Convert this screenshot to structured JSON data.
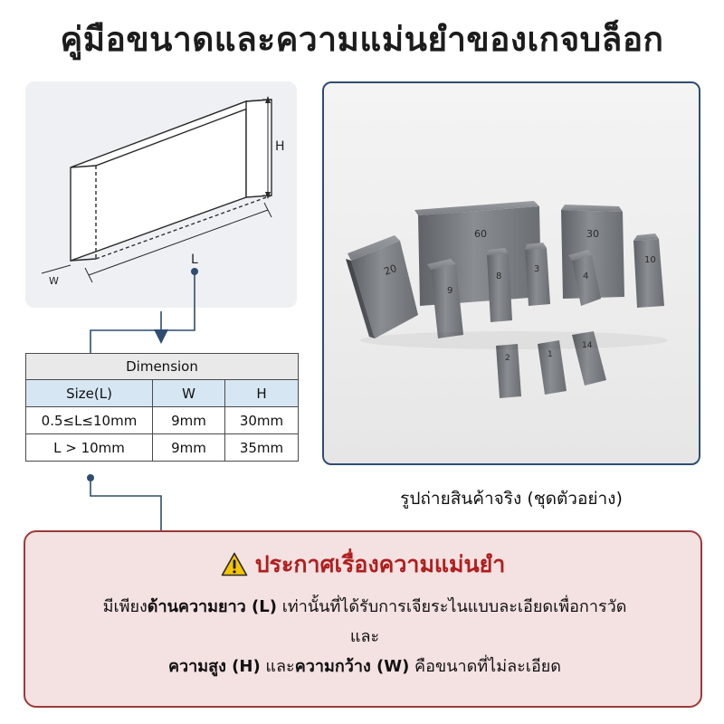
{
  "title": "คู่มือขนาดและความแม่นยำของเกจบล็อก",
  "diagram": {
    "label_h": "H",
    "label_w": "W",
    "label_l": "L"
  },
  "table": {
    "caption": "Dimension",
    "headers": [
      "Size(L)",
      "W",
      "H"
    ],
    "rows": [
      [
        "0.5≤L≤10mm",
        "9mm",
        "30mm"
      ],
      [
        "L > 10mm",
        "9mm",
        "35mm"
      ]
    ]
  },
  "photo": {
    "block_labels": [
      "60",
      "30",
      "20",
      "10",
      "9",
      "8",
      "3",
      "4",
      "2",
      "1",
      "14"
    ],
    "caption": "รูปถ่ายสินค้าจริง (ชุดตัวอย่าง)"
  },
  "notice": {
    "heading": "ประกาศเรื่องความแม่นยำ",
    "line1_pre": "มีเพียง",
    "line1_bold": "ด้านความยาว (L)",
    "line1_post": " เท่านั้นที่ได้รับการเจียระไนแบบละเอียดเพื่อการวัด",
    "line2": "และ",
    "line3_bold1": "ความสูง (H)",
    "line3_mid": " และ",
    "line3_bold2": "ความกว้าง (W)",
    "line3_post": " คือขนาดที่ไม่ละเอียด"
  },
  "colors": {
    "accent_red": "#b01e1e",
    "notice_bg": "#f4e1e1",
    "table_header": "#d6e6f3",
    "connector": "#2f4d70",
    "warning_yellow": "#f2c500"
  }
}
